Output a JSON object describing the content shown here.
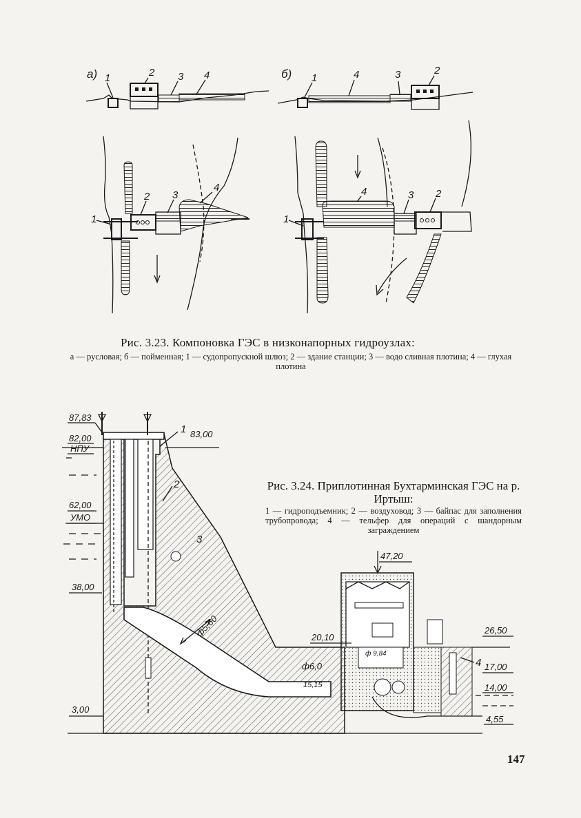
{
  "fig323": {
    "panel_a": {
      "label": "а)",
      "callouts": [
        "1",
        "2",
        "3",
        "4"
      ]
    },
    "panel_b": {
      "label": "б)",
      "callouts": [
        "1",
        "4",
        "3",
        "2"
      ]
    },
    "plan_a_callouts": [
      "1",
      "2",
      "3",
      "4"
    ],
    "plan_b_callouts": [
      "1",
      "4",
      "3",
      "2"
    ],
    "caption_title": "Рис. 3.23. Компоновка ГЭС в низконапорных гидроузлах:",
    "caption_legend": "а — русловая; б — пойменная; 1 — судопропускной шлюз; 2 — здание станции; 3 — водо сливная плотина; 4 — глухая плотина"
  },
  "fig324": {
    "caption_title": "Рис. 3.24. Приплотинная Бухтарминская ГЭС на р. Иртыш:",
    "caption_legend": "1 — гидроподъемник; 2 — воздуховод; 3 — байпас для заполнения трубопровода; 4 — тельфер для операций с шандорным заграждением",
    "levels": {
      "l8783": "87,83",
      "l8200": "82,00",
      "npu": "НПУ",
      "l8300": "83,00",
      "l6200": "62,00",
      "umo": "УМО",
      "l3800": "38,00",
      "l300": "3,00",
      "l4720": "47,20",
      "l2010": "20,10",
      "l2650": "26,50",
      "l1700": "17,00",
      "l1400": "14,00",
      "l455": "4,55",
      "l1515": "15,15"
    },
    "dims": {
      "d560": "ф5,60",
      "d60": "ф6,0",
      "d984": "ф 9,84"
    },
    "callouts": {
      "c1": "1",
      "c2": "2",
      "c3": "3",
      "c4": "4"
    }
  },
  "page_number": "147"
}
